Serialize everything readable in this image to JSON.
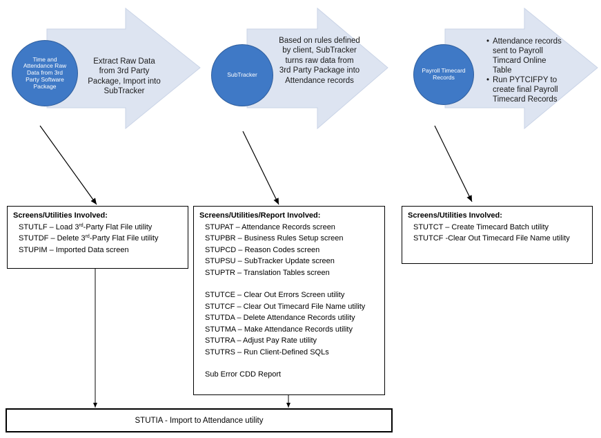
{
  "stages": [
    {
      "circle_label": "Time and Attendance Raw Data from 3rd Party Software Package",
      "arrow_text": "Extract Raw Data from 3rd Party Package, Import into SubTracker"
    },
    {
      "circle_label": "SubTracker",
      "arrow_text": "Based on rules defined by client, SubTracker turns raw data from 3rd Party Package into Attendance records"
    },
    {
      "circle_label": "Payroll Timecard Records",
      "arrow_bullets": [
        "Attendance records sent to Payroll Timcard Online Table",
        "Run PYTCIFPY to create final Payroll Timecard Records"
      ]
    }
  ],
  "boxes": [
    {
      "title": "Screens/Utilities Involved:",
      "lines": [
        {
          "pre": "STUTLF – Load 3",
          "sup": "rd",
          "post": "-Party Flat File utility"
        },
        {
          "pre": "STUTDF – Delete 3",
          "sup": "rd",
          "post": "-Party Flat File utility"
        },
        {
          "pre": "STUPIM – Imported Data screen",
          "sup": "",
          "post": ""
        }
      ]
    },
    {
      "title": "Screens/Utilities/Report Involved:",
      "group1": [
        "STUPAT – Attendance Records screen",
        "STUPBR – Business Rules Setup screen",
        "STUPCD – Reason Codes screen",
        "STUPSU – SubTracker Update screen",
        "STUPTR – Translation Tables screen"
      ],
      "group2": [
        "STUTCE – Clear Out Errors Screen utility",
        "STUTCF – Clear Out Timecard File Name utility",
        "STUTDA – Delete Attendance Records utility",
        "STUTMA – Make Attendance Records utility",
        "STUTRA – Adjust Pay Rate utility",
        "STUTRS – Run Client-Defined SQLs"
      ],
      "group3": [
        "Sub Error CDD Report"
      ]
    },
    {
      "title": "Screens/Utilities Involved:",
      "lines": [
        "STUTCT – Create Timecard Batch utility",
        "STUTCF -Clear Out Timecard File Name utility"
      ]
    }
  ],
  "bottom_box": {
    "label": "STUTIA - Import to Attendance utility"
  },
  "colors": {
    "circle_fill": "#3f79c6",
    "arrow_fill": "#dde4f1"
  }
}
